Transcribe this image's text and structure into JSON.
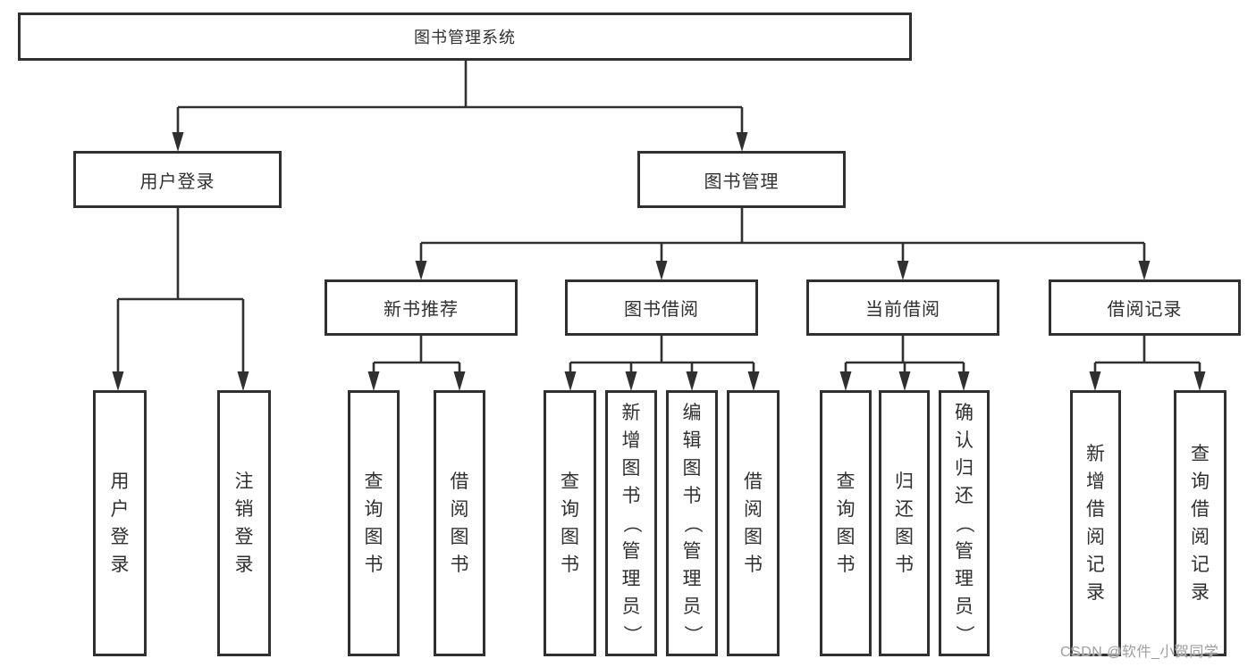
{
  "diagram": {
    "type": "hierarchy-tree",
    "title": "图书管理系统",
    "nodes": [
      {
        "id": "root",
        "label": "图书管理系统",
        "parent": null,
        "orientation": "horizontal"
      },
      {
        "id": "user-login",
        "label": "用户登录",
        "parent": "root",
        "orientation": "horizontal"
      },
      {
        "id": "book-mgmt",
        "label": "图书管理",
        "parent": "root",
        "orientation": "horizontal"
      },
      {
        "id": "new-book-rec",
        "label": "新书推荐",
        "parent": "book-mgmt",
        "orientation": "horizontal"
      },
      {
        "id": "book-borrow",
        "label": "图书借阅",
        "parent": "book-mgmt",
        "orientation": "horizontal"
      },
      {
        "id": "current-borrow",
        "label": "当前借阅",
        "parent": "book-mgmt",
        "orientation": "horizontal"
      },
      {
        "id": "borrow-record",
        "label": "借阅记录",
        "parent": "book-mgmt",
        "orientation": "horizontal"
      },
      {
        "id": "login-leaf",
        "label": "用户登录",
        "parent": "user-login",
        "orientation": "vertical"
      },
      {
        "id": "logout-leaf",
        "label": "注销登录",
        "parent": "user-login",
        "orientation": "vertical"
      },
      {
        "id": "query-book-newrec",
        "label": "查询图书",
        "parent": "new-book-rec",
        "orientation": "vertical"
      },
      {
        "id": "borrow-book-newrec",
        "label": "借阅图书",
        "parent": "new-book-rec",
        "orientation": "vertical"
      },
      {
        "id": "query-book-borrow",
        "label": "查询图书",
        "parent": "book-borrow",
        "orientation": "vertical"
      },
      {
        "id": "add-book-admin",
        "label": "新增图书（管理员）",
        "parent": "book-borrow",
        "orientation": "vertical"
      },
      {
        "id": "edit-book-admin",
        "label": "编辑图书（管理员）",
        "parent": "book-borrow",
        "orientation": "vertical"
      },
      {
        "id": "borrow-book-leaf",
        "label": "借阅图书",
        "parent": "book-borrow",
        "orientation": "vertical"
      },
      {
        "id": "query-book-current",
        "label": "查询图书",
        "parent": "current-borrow",
        "orientation": "vertical"
      },
      {
        "id": "return-book",
        "label": "归还图书",
        "parent": "current-borrow",
        "orientation": "vertical"
      },
      {
        "id": "confirm-return-admin",
        "label": "确认归还（管理员）",
        "parent": "current-borrow",
        "orientation": "vertical"
      },
      {
        "id": "add-borrow-record",
        "label": "新增借阅记录",
        "parent": "borrow-record",
        "orientation": "vertical"
      },
      {
        "id": "query-borrow-record",
        "label": "查询借阅记录",
        "parent": "borrow-record",
        "orientation": "vertical"
      }
    ]
  },
  "watermark": {
    "text": "CSDN @软件_小贺同学"
  },
  "colors": {
    "line": "#303030",
    "text": "#303030",
    "background": "#ffffff",
    "watermark": "#9e9e9e"
  }
}
